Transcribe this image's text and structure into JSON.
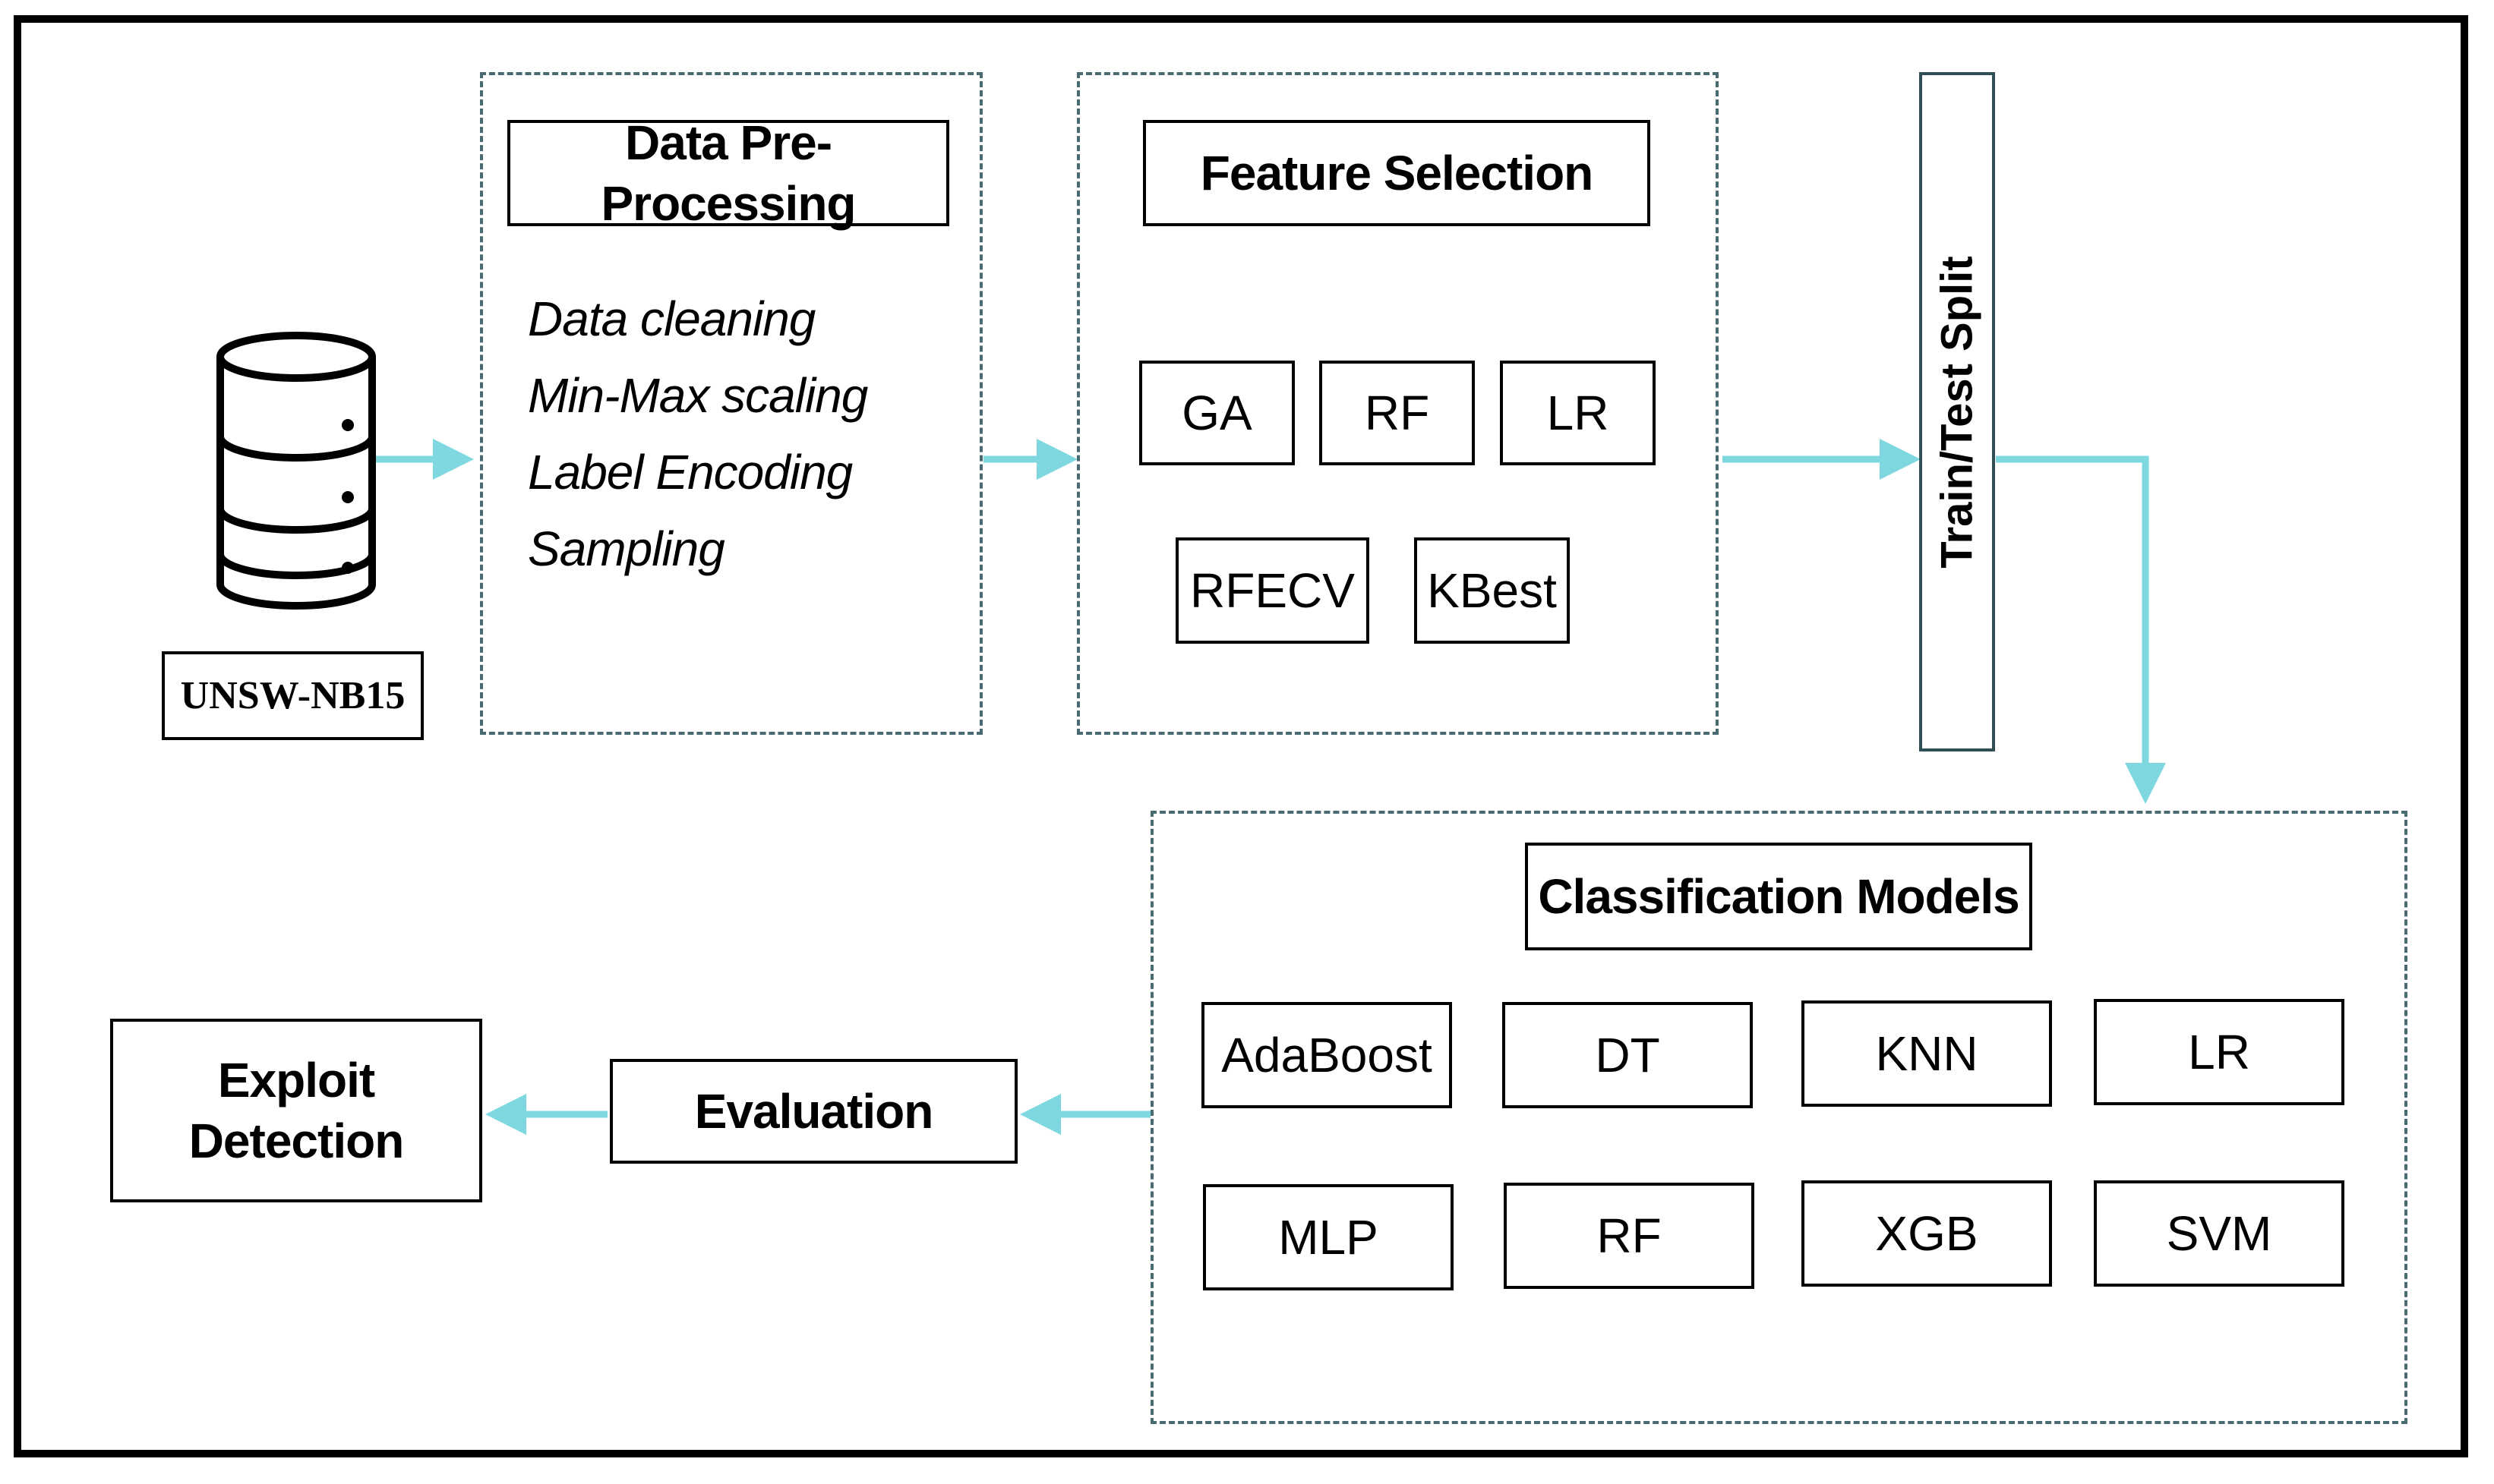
{
  "dataset": {
    "label": "UNSW-NB15",
    "icon": "database-icon"
  },
  "preprocessing": {
    "title": "Data Pre-Processing",
    "steps": [
      "Data cleaning",
      "Min-Max scaling",
      "Label Encoding",
      "Sampling"
    ]
  },
  "feature_selection": {
    "title": "Feature Selection",
    "methods": [
      "GA",
      "RF",
      "LR",
      "RFECV",
      "KBest"
    ]
  },
  "split": {
    "label": "Train/Test Split"
  },
  "classification": {
    "title": "Classification Models",
    "models": [
      "AdaBoost",
      "DT",
      "KNN",
      "LR",
      "MLP",
      "RF",
      "XGB",
      "SVM"
    ]
  },
  "evaluation": {
    "label": "Evaluation"
  },
  "output": {
    "line1": "Exploit",
    "line2": "Detection"
  },
  "colors": {
    "arrow": "#7fd8e0",
    "dashed_border": "#4a6a72",
    "frame": "#000000"
  }
}
